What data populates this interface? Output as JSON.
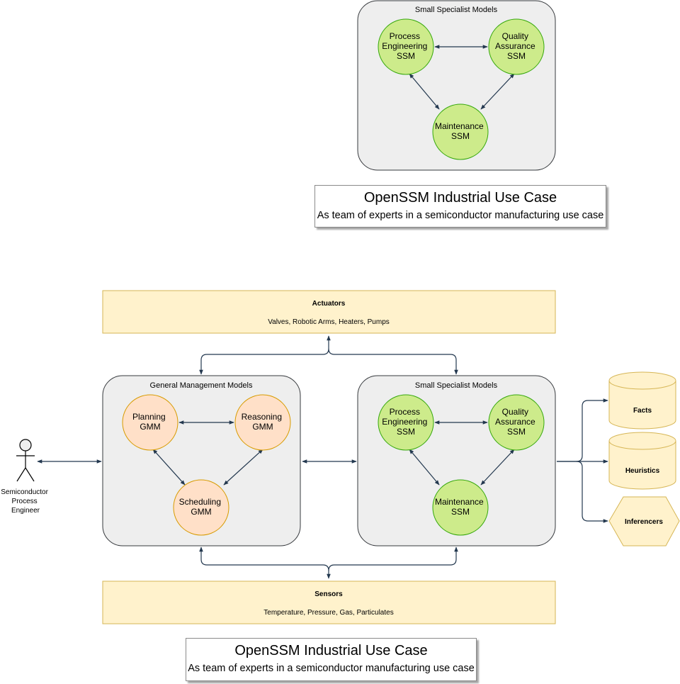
{
  "top_group": {
    "title": "Small Specialist Models",
    "node_process": [
      "Process",
      "Engineering",
      "SSM"
    ],
    "node_quality": [
      "Quality",
      "Assurance",
      "SSM"
    ],
    "node_maintenance": [
      "Maintenance",
      "SSM"
    ]
  },
  "top_caption": {
    "title": "OpenSSM Industrial Use Case",
    "subtitle": "As team of experts in a semiconductor manufacturing use case"
  },
  "actuators": {
    "title": "Actuators",
    "items": "Valves, Robotic Arms, Heaters, Pumps"
  },
  "sensors": {
    "title": "Sensors",
    "items": "Temperature, Pressure, Gas, Particulates"
  },
  "gmm_group": {
    "title": "General Management Models",
    "node_planning": [
      "Planning",
      "GMM"
    ],
    "node_reasoning": [
      "Reasoning",
      "GMM"
    ],
    "node_scheduling": [
      "Scheduling",
      "GMM"
    ]
  },
  "ssm_group": {
    "title": "Small Specialist Models",
    "node_process": [
      "Process",
      "Engineering",
      "SSM"
    ],
    "node_quality": [
      "Quality",
      "Assurance",
      "SSM"
    ],
    "node_maintenance": [
      "Maintenance",
      "SSM"
    ]
  },
  "actor": {
    "label": [
      "Semiconductor",
      "Process",
      "Engineer"
    ]
  },
  "resources": {
    "facts": "Facts",
    "heuristics": "Heuristics",
    "inferencers": "Inferencers"
  },
  "bottom_caption": {
    "title": "OpenSSM Industrial Use Case",
    "subtitle": "As team of experts in a semiconductor manufacturing use case"
  },
  "colors": {
    "group_fill": "#eeeeee",
    "ssm_fill": "#cdeb8b",
    "ssm_stroke": "#36a80d",
    "gmm_fill": "#ffe0c8",
    "gmm_stroke": "#d79b00",
    "yellow_fill": "#fff2cc",
    "yellow_stroke": "#d6b656",
    "edge": "#23384f"
  }
}
